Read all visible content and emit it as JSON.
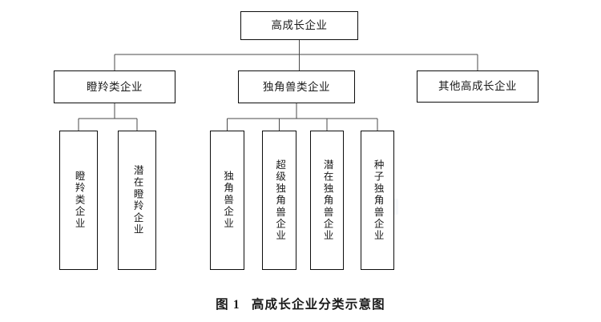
{
  "figure": {
    "caption_number": "图 1",
    "caption_title": "高成长企业分类示意图",
    "background_color": "#ffffff",
    "line_color": "#0d0d0d",
    "text_color": "#1a1a1a"
  },
  "tree": {
    "root": {
      "label": "高成长企业",
      "level": 1
    },
    "level2": [
      {
        "label": "瞪羚类企业",
        "children_count": 2
      },
      {
        "label": "独角兽类企业",
        "children_count": 4
      },
      {
        "label": "其他高成长企业",
        "children_count": 0
      }
    ],
    "level3": [
      {
        "label": "瞪羚类企业",
        "parent": "瞪羚类企业"
      },
      {
        "label": "潜在瞪羚企业",
        "parent": "瞪羚类企业"
      },
      {
        "label": "独角兽企业",
        "parent": "独角兽类企业"
      },
      {
        "label": "超级独角兽企业",
        "parent": "独角兽类企业"
      },
      {
        "label": "潜在独角兽企业",
        "parent": "独角兽类企业"
      },
      {
        "label": "种子独角兽企业",
        "parent": "独角兽类企业"
      }
    ]
  }
}
